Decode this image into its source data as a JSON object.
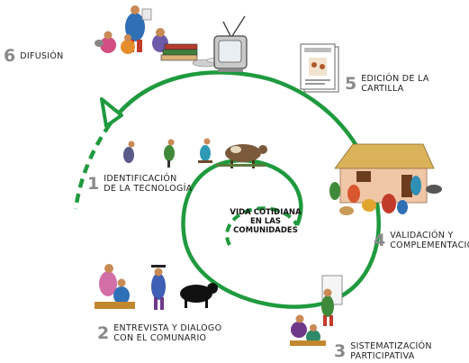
{
  "center": {
    "line1": "VIDA COTIDIANA",
    "line2": "EN LAS",
    "line3": "COMUNIDADES"
  },
  "steps": [
    {
      "number": "1",
      "line1": "IDENTIFICACIÓN",
      "line2": "DE LA TECNOLOGÍA"
    },
    {
      "number": "2",
      "line1": "ENTREVISTA Y DIALOGO",
      "line2": "CON EL COMUNARIO"
    },
    {
      "number": "3",
      "line1": "SISTEMATIZACIÓN",
      "line2": "PARTICIPATIVA"
    },
    {
      "number": "4",
      "line1": "VALIDACIÓN Y",
      "line2": "COMPLEMENTACIÓN"
    },
    {
      "number": "5",
      "line1": "EDICIÓN DE LA",
      "line2": "CARTILLA"
    },
    {
      "number": "6",
      "line1": "DIFUSIÓN",
      "line2": ""
    }
  ],
  "colors": {
    "spiral": "#1f9a3e",
    "number": "#8a8a8a",
    "text": "#222222"
  },
  "icons": [
    "peasants-group-icon",
    "books-icon",
    "television-icon",
    "booklet-icon",
    "adobe-house-icon",
    "walking-farmers-icon",
    "cow-icon",
    "bull-icon",
    "interview-group-icon",
    "presenter-board-icon"
  ]
}
